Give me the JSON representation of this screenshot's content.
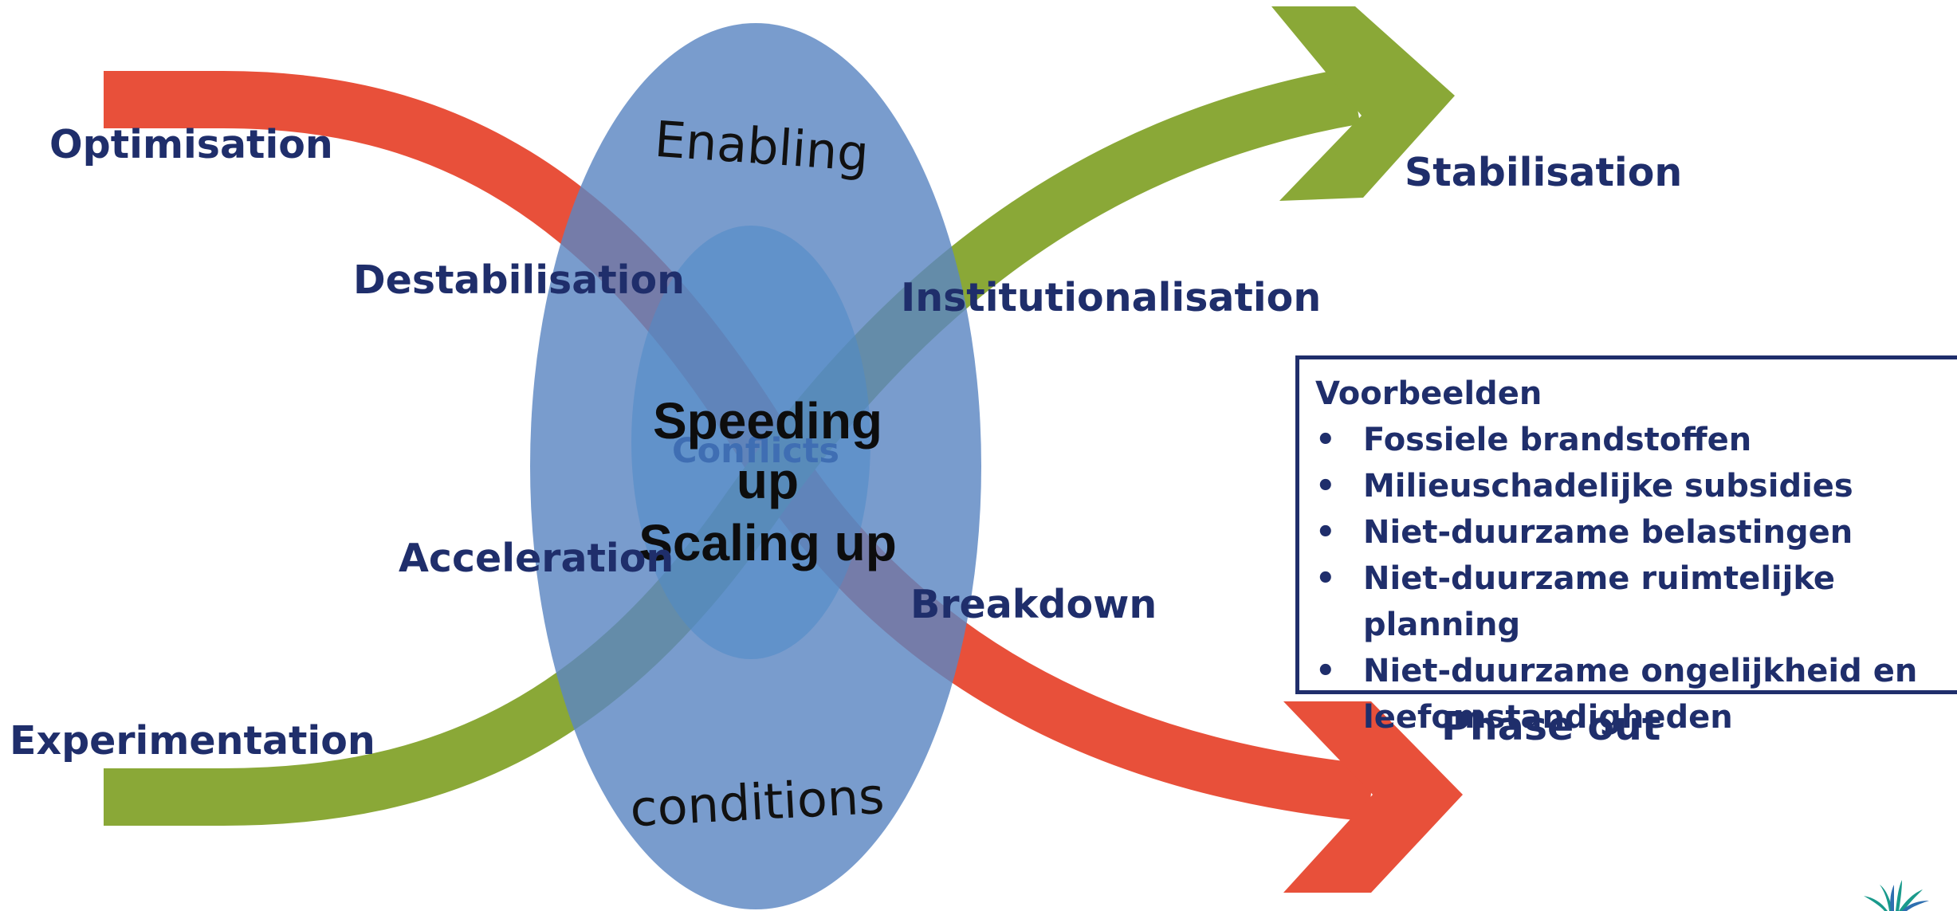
{
  "labels": {
    "optimisation": "Optimisation",
    "destabilisation": "Destabilisation",
    "acceleration": "Acceleration",
    "experimentation": "Experimentation",
    "stabilisation": "Stabilisation",
    "institutionalisation": "Institutionalisation",
    "breakdown": "Breakdown",
    "phase_out": "Phase out"
  },
  "ellipse": {
    "top_word": "Enabling",
    "bottom_word": "conditions",
    "center_lines": [
      "Speeding",
      "up",
      "Scaling up"
    ],
    "behind_text": "Conflicts"
  },
  "examples": {
    "title": "Voorbeelden",
    "bullet": "•",
    "items": [
      "Fossiele brandstoffen",
      "Milieuschadelijke subsidies",
      "Niet-duurzame belastingen",
      "Niet-duurzame ruimtelijke planning",
      "Niet-duurzame ongelijkheid en leefomstandigheden"
    ]
  },
  "colors": {
    "red_arrow": "#e8503a",
    "green_arrow": "#8aa837",
    "ellipse_fill": "#5b86c2",
    "inner_ellipse": "#4f8bc9",
    "label_text": "#1f2e6b"
  },
  "icons": {
    "logo": "leaf-logo-icon"
  }
}
